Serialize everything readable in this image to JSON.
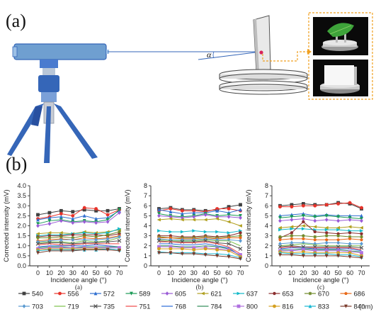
{
  "figure": {
    "panel_a_label": "(a)",
    "panel_b_label": "(b)",
    "angle_symbol": "α",
    "legend_unit": "(nm)",
    "colors": {
      "instrument": "#6f9fd0",
      "instrument_dark": "#3566b8",
      "plate": "#c8c8c8",
      "dashed": "#f0a020"
    },
    "icons": [
      "tripod-spectrometer-icon",
      "rotation-stage-icon",
      "leaf-sample-photo",
      "white-panel-photo"
    ]
  },
  "legend": [
    {
      "wl": "540",
      "color": "#404040",
      "marker": "square"
    },
    {
      "wl": "556",
      "color": "#e8332a",
      "marker": "circle"
    },
    {
      "wl": "572",
      "color": "#2f6fd0",
      "marker": "triangle"
    },
    {
      "wl": "589",
      "color": "#1a9a55",
      "marker": "tridown"
    },
    {
      "wl": "605",
      "color": "#9a5bd6",
      "marker": "diamond"
    },
    {
      "wl": "621",
      "color": "#b0a020",
      "marker": "tri-left"
    },
    {
      "wl": "637",
      "color": "#12b9c9",
      "marker": "tri-right"
    },
    {
      "wl": "653",
      "color": "#8b2f2f",
      "marker": "hexagon"
    },
    {
      "wl": "670",
      "color": "#6f8a2a",
      "marker": "star"
    },
    {
      "wl": "686",
      "color": "#e86a1a",
      "marker": "pentagon"
    },
    {
      "wl": "703",
      "color": "#5a9ad0",
      "marker": "diamond"
    },
    {
      "wl": "719",
      "color": "#7bc04a",
      "marker": "none"
    },
    {
      "wl": "735",
      "color": "#555555",
      "marker": "x"
    },
    {
      "wl": "751",
      "color": "#f04848",
      "marker": "none"
    },
    {
      "wl": "768",
      "color": "#2a6ad8",
      "marker": "none"
    },
    {
      "wl": "784",
      "color": "#2e8b57",
      "marker": "none"
    },
    {
      "wl": "800",
      "color": "#b070e0",
      "marker": "square"
    },
    {
      "wl": "816",
      "color": "#d4a020",
      "marker": "circle"
    },
    {
      "wl": "833",
      "color": "#18b7d3",
      "marker": "triangle"
    },
    {
      "wl": "840",
      "color": "#7a3a2a",
      "marker": "tridown"
    }
  ],
  "chart_data": [
    {
      "type": "line",
      "sublabel": "(a)",
      "xlabel": "Incidence angle (°)",
      "ylabel": "Corrected intensity (mV)",
      "x": [
        0,
        10,
        20,
        30,
        40,
        50,
        60,
        70
      ],
      "xticks": [
        "0",
        "10",
        "20",
        "30",
        "40",
        "50",
        "60",
        "70"
      ],
      "ylim": [
        0.0,
        4.0
      ],
      "yticks": [
        "0.0",
        "0.5",
        "1.0",
        "1.5",
        "2.0",
        "2.5",
        "3.0",
        "3.5",
        "4.0"
      ],
      "series": [
        {
          "values": [
            2.55,
            2.65,
            2.75,
            2.7,
            2.8,
            2.75,
            2.75,
            2.85
          ]
        },
        {
          "values": [
            2.35,
            2.45,
            2.6,
            2.5,
            2.9,
            2.85,
            2.55,
            2.8
          ]
        },
        {
          "values": [
            2.3,
            2.4,
            2.45,
            2.35,
            2.5,
            2.35,
            2.4,
            2.75
          ]
        },
        {
          "values": [
            2.1,
            2.25,
            2.3,
            2.2,
            2.25,
            2.2,
            2.3,
            2.8
          ]
        },
        {
          "values": [
            2.0,
            2.1,
            2.25,
            2.15,
            2.2,
            2.15,
            2.2,
            2.65
          ]
        },
        {
          "values": [
            1.6,
            1.65,
            1.65,
            1.6,
            1.7,
            1.65,
            1.7,
            1.8
          ]
        },
        {
          "values": [
            1.5,
            1.55,
            1.55,
            1.6,
            1.65,
            1.6,
            1.65,
            1.85
          ]
        },
        {
          "values": [
            1.45,
            1.5,
            1.5,
            1.55,
            1.55,
            1.55,
            1.5,
            1.6
          ]
        },
        {
          "values": [
            1.4,
            1.4,
            1.45,
            1.4,
            1.5,
            1.45,
            1.55,
            1.7
          ]
        },
        {
          "values": [
            1.25,
            1.3,
            1.35,
            1.3,
            1.4,
            1.35,
            1.4,
            1.5
          ]
        },
        {
          "values": [
            1.2,
            1.25,
            1.3,
            1.3,
            1.3,
            1.3,
            1.35,
            1.45
          ]
        },
        {
          "values": [
            1.15,
            1.2,
            1.2,
            1.15,
            1.25,
            1.2,
            1.25,
            1.4
          ]
        },
        {
          "values": [
            1.1,
            1.15,
            1.15,
            1.1,
            1.15,
            1.15,
            1.2,
            1.25
          ]
        },
        {
          "values": [
            1.05,
            1.1,
            1.05,
            1.05,
            1.1,
            1.1,
            1.1,
            1.1
          ]
        },
        {
          "values": [
            0.95,
            1.0,
            1.0,
            1.0,
            1.0,
            1.05,
            1.0,
            0.95
          ]
        },
        {
          "values": [
            0.9,
            0.95,
            0.95,
            0.9,
            0.95,
            0.95,
            0.95,
            0.95
          ]
        },
        {
          "values": [
            0.85,
            0.9,
            0.9,
            0.9,
            0.9,
            0.9,
            0.9,
            0.9
          ]
        },
        {
          "values": [
            0.8,
            0.85,
            0.85,
            0.85,
            0.85,
            0.85,
            0.85,
            0.8
          ]
        },
        {
          "values": [
            0.75,
            0.8,
            0.8,
            0.8,
            0.8,
            0.8,
            0.85,
            0.8
          ]
        },
        {
          "values": [
            0.65,
            0.75,
            0.75,
            0.75,
            0.8,
            0.8,
            0.8,
            0.75
          ]
        }
      ]
    },
    {
      "type": "line",
      "sublabel": "(b)",
      "xlabel": "Incidence angle (°)",
      "ylabel": "Corrected intensity (mV)",
      "x": [
        0,
        10,
        20,
        30,
        40,
        50,
        60,
        70
      ],
      "xticks": [
        "0",
        "10",
        "20",
        "30",
        "40",
        "50",
        "60",
        "70"
      ],
      "ylim": [
        0,
        8
      ],
      "yticks": [
        "0",
        "1",
        "2",
        "3",
        "4",
        "5",
        "6",
        "7",
        "8"
      ],
      "series": [
        {
          "values": [
            5.7,
            5.8,
            5.6,
            5.6,
            5.5,
            5.6,
            5.9,
            6.1
          ]
        },
        {
          "values": [
            5.5,
            5.7,
            5.5,
            5.5,
            5.4,
            5.7,
            5.7,
            5.5
          ]
        },
        {
          "values": [
            5.6,
            5.4,
            5.2,
            5.3,
            5.3,
            5.5,
            5.3,
            5.6
          ]
        },
        {
          "values": [
            5.2,
            5.0,
            4.9,
            5.0,
            5.2,
            5.0,
            5.1,
            5.0
          ]
        },
        {
          "values": [
            5.0,
            4.9,
            4.8,
            4.9,
            5.1,
            4.9,
            4.9,
            4.8
          ]
        },
        {
          "values": [
            4.6,
            4.7,
            4.6,
            4.6,
            4.6,
            4.7,
            4.4,
            4.0
          ]
        },
        {
          "values": [
            3.5,
            3.4,
            3.4,
            3.5,
            3.4,
            3.4,
            3.3,
            3.5
          ]
        },
        {
          "values": [
            3.0,
            3.0,
            2.9,
            2.9,
            3.0,
            2.9,
            3.0,
            3.3
          ]
        },
        {
          "values": [
            2.9,
            2.8,
            2.8,
            2.8,
            2.9,
            2.8,
            2.9,
            3.0
          ]
        },
        {
          "values": [
            2.8,
            2.8,
            2.7,
            2.7,
            2.8,
            2.7,
            2.8,
            2.8
          ]
        },
        {
          "values": [
            2.7,
            2.6,
            2.6,
            2.6,
            2.7,
            2.6,
            2.6,
            2.5
          ]
        },
        {
          "values": [
            2.6,
            2.5,
            2.5,
            2.5,
            2.6,
            2.5,
            2.5,
            2.0
          ]
        },
        {
          "values": [
            2.5,
            2.4,
            2.4,
            2.4,
            2.5,
            2.3,
            2.2,
            1.7
          ]
        },
        {
          "values": [
            2.4,
            2.4,
            2.3,
            2.3,
            2.4,
            2.2,
            1.9,
            1.2
          ]
        },
        {
          "values": [
            2.2,
            2.2,
            2.1,
            2.1,
            2.2,
            2.0,
            1.8,
            1.0
          ]
        },
        {
          "values": [
            2.0,
            2.0,
            1.9,
            1.9,
            2.0,
            1.9,
            1.7,
            1.0
          ]
        },
        {
          "values": [
            1.9,
            1.9,
            1.8,
            1.8,
            1.8,
            1.7,
            1.6,
            1.1
          ]
        },
        {
          "values": [
            1.7,
            1.7,
            1.7,
            1.6,
            1.7,
            1.6,
            1.5,
            0.9
          ]
        },
        {
          "values": [
            1.4,
            1.3,
            1.3,
            1.3,
            1.2,
            1.2,
            1.1,
            0.8
          ]
        },
        {
          "values": [
            1.3,
            1.3,
            1.2,
            1.2,
            1.1,
            1.0,
            0.9,
            0.7
          ]
        }
      ]
    },
    {
      "type": "line",
      "sublabel": "(c)",
      "xlabel": "Incidence angle (°)",
      "ylabel": "Corrected intensity (mV)",
      "x": [
        0,
        10,
        20,
        30,
        40,
        50,
        60,
        70
      ],
      "xticks": [
        "0",
        "10",
        "20",
        "30",
        "40",
        "50",
        "60",
        "70"
      ],
      "ylim": [
        0,
        8
      ],
      "yticks": [
        "0",
        "1",
        "2",
        "3",
        "4",
        "5",
        "6",
        "7",
        "8"
      ],
      "series": [
        {
          "values": [
            6.0,
            6.1,
            6.2,
            6.1,
            6.1,
            6.3,
            6.2,
            5.7
          ]
        },
        {
          "values": [
            5.9,
            5.9,
            6.0,
            6.0,
            6.1,
            6.2,
            6.3,
            5.8
          ]
        },
        {
          "values": [
            5.0,
            5.1,
            5.2,
            5.0,
            5.1,
            5.0,
            5.0,
            5.0
          ]
        },
        {
          "values": [
            4.8,
            4.9,
            5.0,
            4.9,
            5.0,
            4.9,
            4.8,
            4.7
          ]
        },
        {
          "values": [
            4.5,
            4.6,
            4.7,
            4.5,
            4.6,
            4.5,
            4.6,
            4.5
          ]
        },
        {
          "values": [
            3.8,
            3.9,
            4.0,
            3.9,
            3.8,
            3.8,
            3.9,
            3.8
          ]
        },
        {
          "values": [
            3.6,
            3.7,
            3.7,
            3.6,
            3.6,
            3.6,
            3.5,
            3.5
          ]
        },
        {
          "values": [
            2.8,
            3.3,
            4.4,
            3.4,
            3.3,
            3.2,
            3.3,
            3.2
          ]
        },
        {
          "values": [
            2.9,
            3.0,
            3.0,
            2.9,
            3.0,
            3.0,
            2.9,
            2.9
          ]
        },
        {
          "values": [
            2.6,
            2.7,
            2.7,
            2.6,
            2.6,
            2.6,
            2.7,
            2.6
          ]
        },
        {
          "values": [
            2.2,
            2.3,
            2.3,
            2.2,
            2.3,
            2.3,
            2.2,
            2.2
          ]
        },
        {
          "values": [
            2.0,
            2.1,
            2.2,
            2.1,
            2.0,
            2.0,
            2.0,
            2.0
          ]
        },
        {
          "values": [
            1.9,
            2.0,
            1.9,
            1.9,
            1.9,
            1.9,
            1.9,
            1.8
          ]
        },
        {
          "values": [
            1.8,
            1.9,
            1.8,
            1.8,
            1.8,
            1.8,
            1.8,
            1.6
          ]
        },
        {
          "values": [
            1.7,
            1.8,
            1.8,
            1.7,
            1.7,
            1.7,
            1.7,
            1.5
          ]
        },
        {
          "values": [
            1.6,
            1.6,
            1.7,
            1.6,
            1.6,
            1.6,
            1.5,
            1.4
          ]
        },
        {
          "values": [
            1.5,
            1.5,
            1.6,
            1.5,
            1.5,
            1.5,
            1.4,
            1.3
          ]
        },
        {
          "values": [
            1.4,
            1.3,
            1.4,
            1.3,
            1.3,
            1.3,
            1.3,
            1.0
          ]
        },
        {
          "values": [
            1.3,
            1.2,
            1.2,
            1.2,
            1.2,
            1.1,
            1.1,
            0.9
          ]
        },
        {
          "values": [
            1.1,
            1.1,
            1.0,
            1.0,
            1.0,
            1.0,
            0.9,
            0.8
          ]
        }
      ]
    }
  ]
}
